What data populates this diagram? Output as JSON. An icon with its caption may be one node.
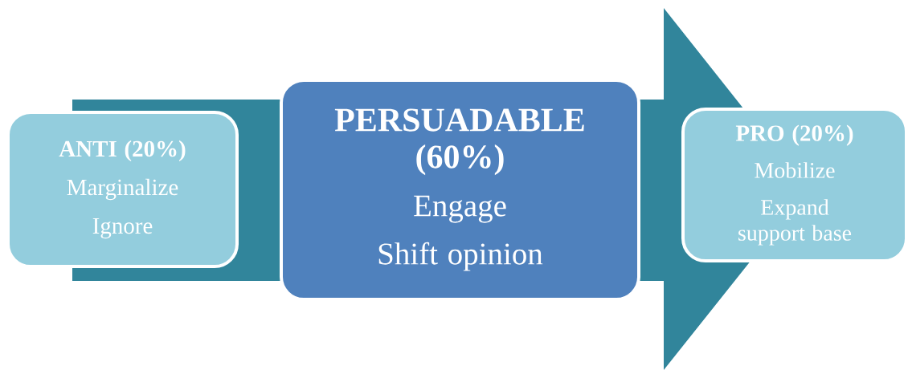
{
  "diagram": {
    "nodes": [
      {
        "text": [
          "ANTI (20%)",
          "Marginalize",
          "Ignore"
        ]
      },
      {
        "text": [
          "PERSUADABLE (60%)",
          "Engage",
          "Shift opinion"
        ]
      },
      {
        "text": [
          "PRO (20%)",
          "Mobilize",
          "Expand support base"
        ]
      }
    ],
    "edges": [
      {
        "from": 0,
        "to": 2,
        "arrow": "to"
      }
    ]
  }
}
